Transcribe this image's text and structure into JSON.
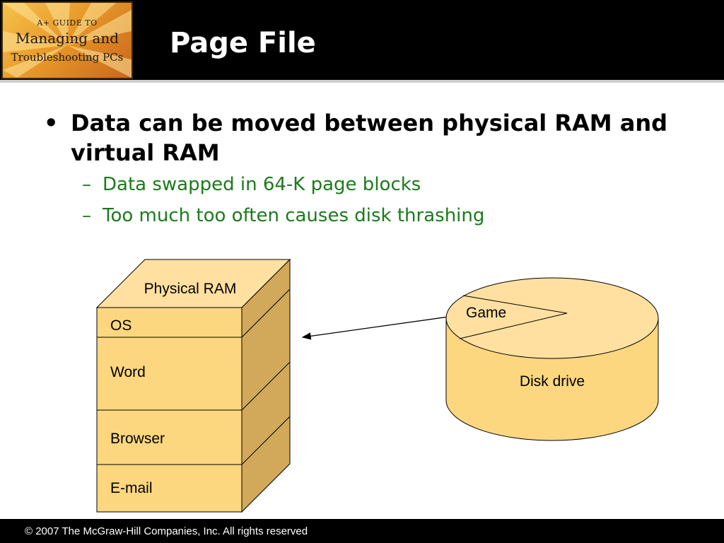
{
  "header": {
    "logo": {
      "small_text": "A+ GUIDE TO",
      "line1": "Managing and",
      "line2": "Troubleshooting PCs"
    },
    "title": "Page File"
  },
  "bullets": [
    {
      "text": "Data can be moved between physical RAM and virtual RAM",
      "subitems": [
        "Data swapped in 64-K page blocks",
        "Too much too often causes disk thrashing"
      ]
    }
  ],
  "diagram": {
    "ram": {
      "label": "Physical RAM",
      "blocks": [
        "OS",
        "Word",
        "Browser",
        "E-mail"
      ]
    },
    "disk": {
      "label": "Disk drive",
      "slice_label": "Game"
    },
    "colors": {
      "fill_light": "#ffe0a0",
      "fill_mid": "#fcd77f",
      "fill_dark": "#d2a85a",
      "outline": "#000000"
    }
  },
  "footer": {
    "copyright": "© 2007 The McGraw-Hill Companies, Inc. All rights reserved"
  },
  "colors": {
    "header_bg": "#000000",
    "title_text": "#ffffff",
    "sub_bullet_text": "#1c7a1c"
  }
}
